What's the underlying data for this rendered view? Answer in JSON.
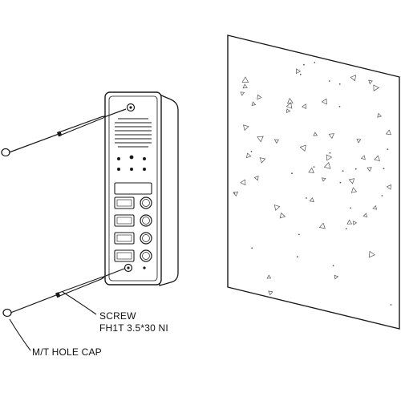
{
  "labels": {
    "screw_line1": "SCREW",
    "screw_line2": "FH1T 3.5*30 NI",
    "hole_cap": "M/T HOLE CAP"
  },
  "colors": {
    "stroke": "#1a1a1a",
    "fill": "#ffffff",
    "panel_shade": "#f2f2f2"
  }
}
